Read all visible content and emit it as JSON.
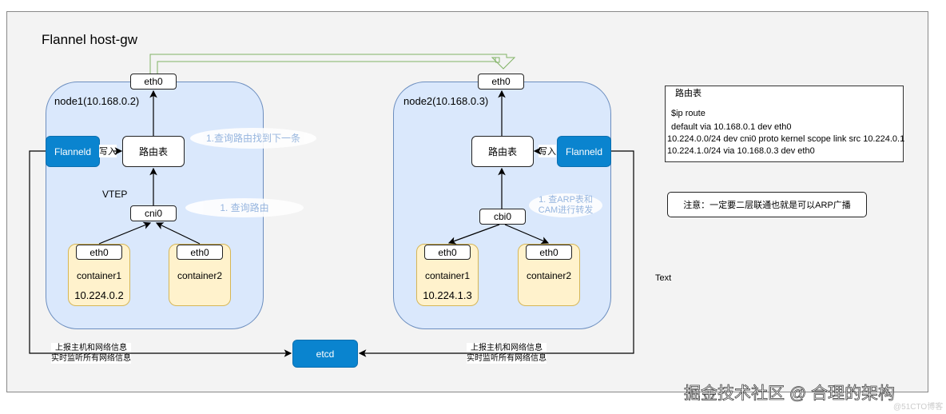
{
  "title": "Flannel host-gw",
  "node1": {
    "label": "node1(10.168.0.2)",
    "eth0": "eth0",
    "route_table": "路由表",
    "flanneld": "Flanneld",
    "write": "写入",
    "vtep": "VTEP",
    "bridge": "cni0",
    "cloud_top": "1.查询路由找到下一条",
    "cloud_bottom": "1. 查询路由",
    "containers": [
      {
        "eth": "eth0",
        "name": "container1",
        "ip": "10.224.0.2"
      },
      {
        "eth": "eth0",
        "name": "container2",
        "ip": ""
      }
    ]
  },
  "node2": {
    "label": "node2(10.168.0.3)",
    "eth0": "eth0",
    "route_table": "路由表",
    "flanneld": "Flanneld",
    "write": "写入",
    "bridge": "cbi0",
    "cloud": "1. 查ARP表和CAM进行转发",
    "containers": [
      {
        "eth": "eth0",
        "name": "container1",
        "ip": "10.224.1.3"
      },
      {
        "eth": "eth0",
        "name": "container2",
        "ip": ""
      }
    ]
  },
  "route_box": {
    "title": "路由表",
    "cmd": "$ip route",
    "lines": [
      "default via 10.168.0.1 dev eth0",
      "10.224.0.0/24 dev cni0 proto kernel scope link src 10.224.0.1",
      "10.224.1.0/24  via 10.168.0.3 dev eth0"
    ]
  },
  "note": "注意：一定要二层联通也就是可以ARP广播",
  "text_label": "Text",
  "etcd": "etcd",
  "left_edge_label": [
    "上报主机和网络信息",
    "实时监听所有网络信息"
  ],
  "right_edge_label": [
    "上报主机和网络信息",
    "实时监听所有网络信息"
  ],
  "watermark": "掘金技术社区 @ 合理的架构",
  "watermark2": "@51CTO博客",
  "colors": {
    "node_fill": "#dae8fc",
    "container_fill": "#fff2cc",
    "flanneld": "#0a84cf",
    "green_link": "#82b366"
  }
}
